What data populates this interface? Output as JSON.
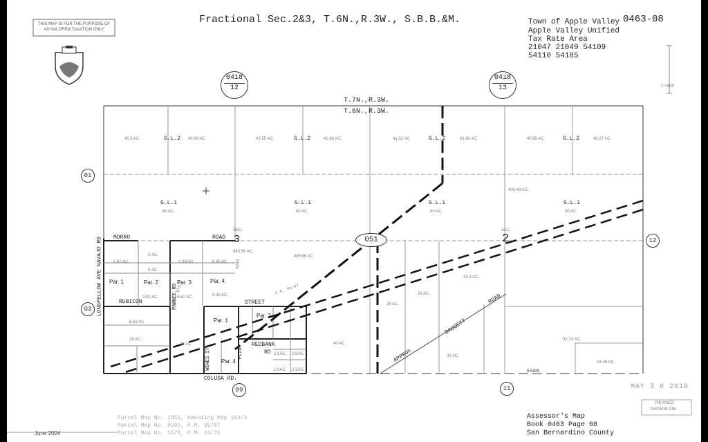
{
  "notice": "THIS MAP IS FOR THE PURPOSE OF AD VALOREM TAXATION ONLY",
  "title": "Fractional Sec.2&3, T.6N.,R.3W., S.B.B.&M.",
  "header_right": {
    "town": "Town of Apple Valley",
    "map_no": "0463-08",
    "district": "Apple Valley Unified",
    "tra_title": "Tax Rate Area",
    "tra_line1": "21047 21049 54109",
    "tra_line2": "54110 54185"
  },
  "adjacent_top_left": {
    "book": "0418",
    "page": "12"
  },
  "adjacent_top_right": {
    "book": "0418",
    "page": "13"
  },
  "township_north": "T.7N.,R.3W.",
  "township_south": "T.6N.,R.3W.",
  "edge_labels": {
    "left_top": "01",
    "left_bottom": "03",
    "right": "12",
    "bottom_left": "09",
    "bottom_right": "11",
    "center": "051"
  },
  "lots": {
    "gl2_label": "G.L.2",
    "gl1_label": "G.L.1",
    "gl2_acres": [
      "40.5 AC.",
      "40.43 AC.",
      "41.55 AC.",
      "41.68 AC.",
      "41.52 AC.",
      "41.68 AC.",
      "40.65 AC.",
      "40.27 AC."
    ],
    "gl1_acres": [
      "80 AC.",
      "80 AC.",
      "80 AC.",
      "80 AC."
    ],
    "upper_right_acres": "403.49 AC."
  },
  "sections": {
    "sec3_label": "SEC.",
    "sec3_num": "3",
    "sec2_label": "SEC.",
    "sec2_num": "2"
  },
  "parcels": {
    "par1": "Par. 1",
    "par2": "Par. 2",
    "par3": "Par. 3",
    "par4": "Par. 4",
    "pm_upper": "P.M. 164/3",
    "pm_street": "P.M. 95/97",
    "acres_a": "8.82 AC.",
    "acres_b": "5 AC.",
    "acres_c": "5 AC.",
    "acres_d": "3.39 AC.",
    "acres_e": "8.86 AC.",
    "acres_f": "9.62 AC.",
    "acres_g": "9.62 AC.",
    "acres_h": "8.05 AC.",
    "acres_i": "405.96 AC.",
    "acres_j": "643.56 AC.",
    "acres_k": "36 AC.",
    "acres_l": "33 AC.",
    "acres_m": "43.5 AC.",
    "acres_n": "91.74 AC.",
    "acres_o": "18.26 AC.",
    "acres_p": "30 AC.",
    "acres_q": "40 AC.",
    "acres_r": "8.61 AC.",
    "acres_s": "16 AC.",
    "acres_t": "20 AC.",
    "small_acres": [
      "2.5AC.",
      "2.5AC.",
      "2.5AC.",
      "2.5AC."
    ]
  },
  "roads": {
    "morro": "MORRO",
    "road": "ROAD",
    "longfellow": "LONGFELLOW AVE NAVAJO RD",
    "rubicon": "RUBICON",
    "street": "STREET",
    "pawnee": "PAWNEE RD",
    "wewes": "WEWES ST",
    "flint": "FLINT",
    "redbank": "REDBANK",
    "redbank_rd": "RD",
    "colusa": "COLUSA RD.",
    "daggett": "DAGGETT",
    "daggett_road": "ROAD",
    "approx": "APPROX",
    "road_vertical": "ROAD"
  },
  "parcel_maps": [
    "Parcel Map No. 1851, Amending Map 164/3",
    "Parcel Map No. 8995, P.M. 95/97",
    "Parcel Map No. 1579, P.M. 14/76"
  ],
  "date": "June 2004",
  "stamp": "MAY 3 0 2019",
  "revised_label": "REVISED",
  "revised_date": "04/09/19 GW",
  "footer": {
    "line1": "Assessor's Map",
    "line2": "Book 0463 Page 08",
    "line3": "San Bernardino County"
  },
  "scale": "1\"=800'",
  "bottom_number": "54108"
}
